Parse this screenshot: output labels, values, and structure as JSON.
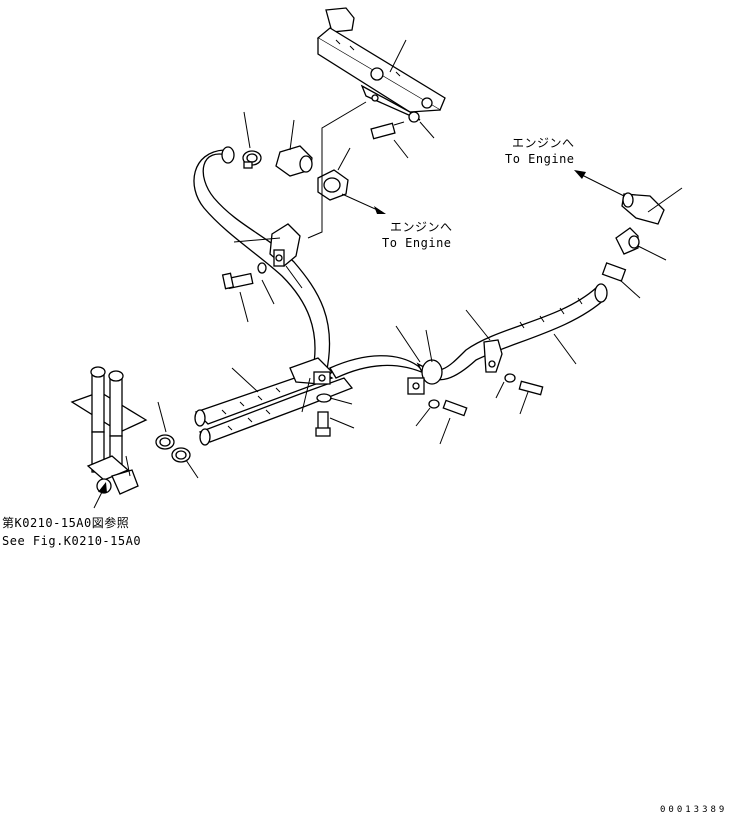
{
  "diagram": {
    "labels": {
      "engine_jp_1": "エンジンへ",
      "engine_en_1": "To Engine",
      "engine_jp_2": "エンジンへ",
      "engine_en_2": "To Engine",
      "see_fig_jp": "第K0210-15A0図参照",
      "see_fig_en": "See Fig.K0210-15A0"
    },
    "drawing_number": "00013389"
  }
}
